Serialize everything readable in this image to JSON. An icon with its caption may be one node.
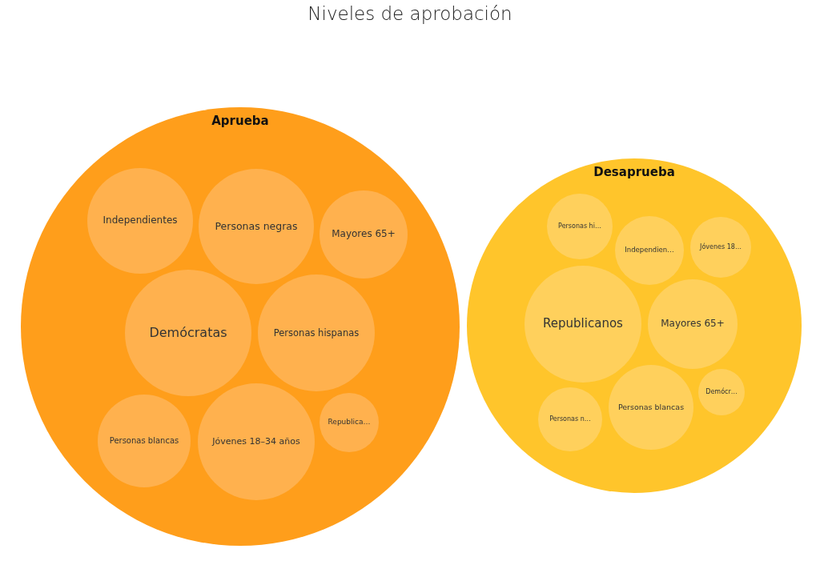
{
  "diagram": {
    "title": "Niveles de aprobación",
    "nodes": [
      {
        "text": [
          "Aprueba"
        ]
      },
      {
        "text": [
          "Independientes"
        ],
        "in": 0
      },
      {
        "text": [
          "Personas negras"
        ],
        "in": 0
      },
      {
        "text": [
          "Mayores 65+"
        ],
        "in": 0
      },
      {
        "text": [
          "Demócratas"
        ],
        "in": 0
      },
      {
        "text": [
          "Personas hispanas"
        ],
        "in": 0
      },
      {
        "text": [
          "Personas blancas"
        ],
        "in": 0
      },
      {
        "text": [
          "Jóvenes 18–34 años"
        ],
        "in": 0
      },
      {
        "text": [
          "Republica…"
        ],
        "in": 0
      },
      {
        "text": [
          "Desaprueba"
        ]
      },
      {
        "text": [
          "Personas hi…"
        ],
        "in": 9
      },
      {
        "text": [
          "Independien…"
        ],
        "in": 9
      },
      {
        "text": [
          "Jóvenes 18…"
        ],
        "in": 9
      },
      {
        "text": [
          "Republicanos"
        ],
        "in": 9
      },
      {
        "text": [
          "Mayores 65+"
        ],
        "in": 9
      },
      {
        "text": [
          "Personas n…"
        ],
        "in": 9
      },
      {
        "text": [
          "Personas blancas"
        ],
        "in": 9
      },
      {
        "text": [
          "Demócr…"
        ],
        "in": 9
      }
    ]
  }
}
